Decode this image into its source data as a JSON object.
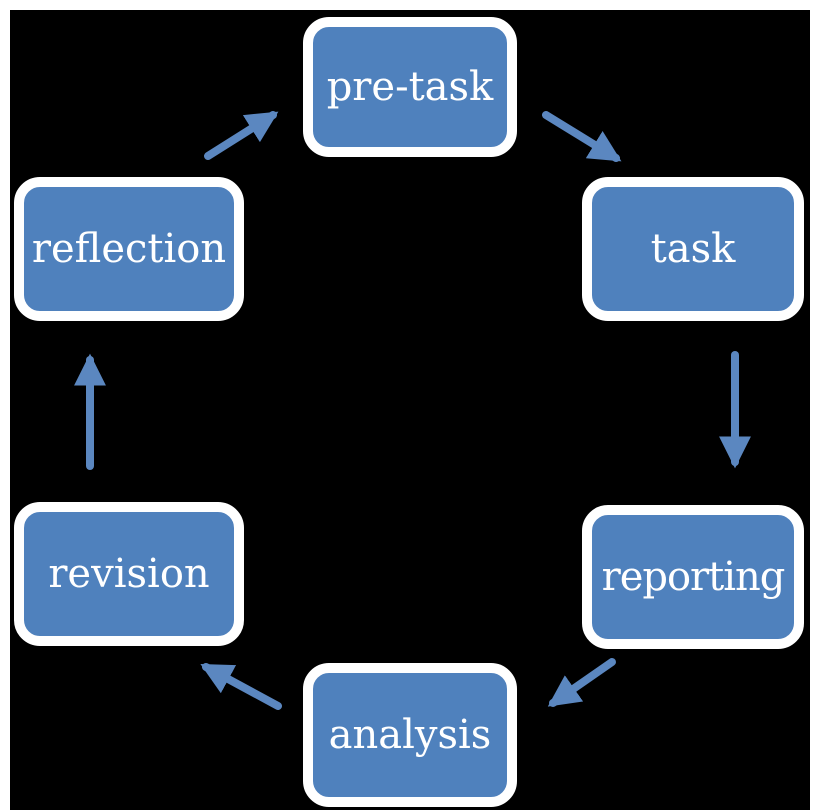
{
  "diagram": {
    "nodes": [
      {
        "id": "pretask",
        "label": "pre-task"
      },
      {
        "id": "task",
        "label": "task"
      },
      {
        "id": "reporting",
        "label": "reporting"
      },
      {
        "id": "analysis",
        "label": "analysis"
      },
      {
        "id": "revision",
        "label": "revision"
      },
      {
        "id": "reflection",
        "label": "reflection"
      }
    ],
    "edges": [
      {
        "from": "pretask",
        "to": "task"
      },
      {
        "from": "task",
        "to": "reporting"
      },
      {
        "from": "reporting",
        "to": "analysis"
      },
      {
        "from": "analysis",
        "to": "revision"
      },
      {
        "from": "revision",
        "to": "reflection"
      },
      {
        "from": "reflection",
        "to": "pretask"
      }
    ],
    "colors": {
      "background": "#000000",
      "box_fill": "#4f81bd",
      "box_border": "#ffffff",
      "text": "#ffffff",
      "arrow": "#5b87c0"
    }
  }
}
